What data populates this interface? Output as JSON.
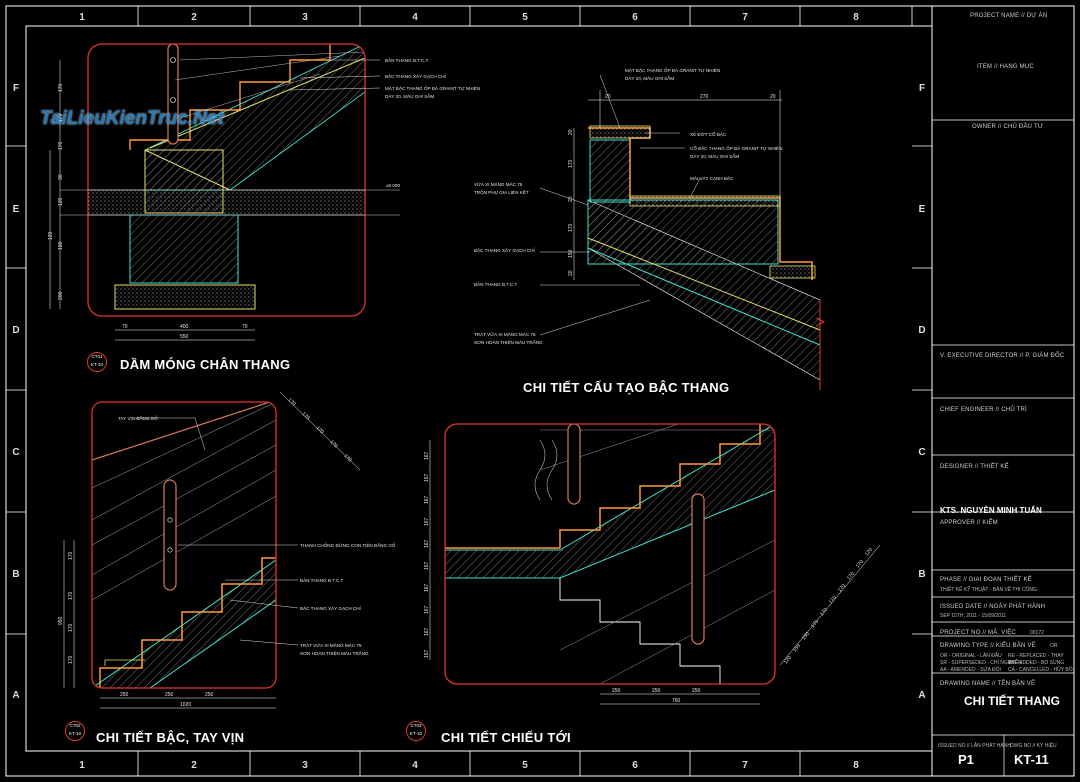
{
  "grid": {
    "cols": [
      "1",
      "2",
      "3",
      "4",
      "5",
      "6",
      "7",
      "8"
    ],
    "rows": [
      "F",
      "E",
      "D",
      "C",
      "B",
      "A"
    ]
  },
  "watermark": "TaiLieuKienTruc.Net",
  "views": [
    {
      "id": "v1",
      "title": "DẦM MÓNG CHÂN THANG",
      "badge_top": "CT01",
      "badge_bot": "KT-10"
    },
    {
      "id": "v2",
      "title": "CHI TIẾT CẤU TẠO BẬC THANG",
      "badge_top": "",
      "badge_bot": ""
    },
    {
      "id": "v3",
      "title": "CHI TIẾT BẬC, TAY VỊN",
      "badge_top": "CT02",
      "badge_bot": "KT-10"
    },
    {
      "id": "v4",
      "title": "CHI TIẾT CHIẾU TỚI",
      "badge_top": "CT03",
      "badge_bot": "KT-10"
    }
  ],
  "notes": {
    "v1": [
      "BẢN THANG B.T.C.T",
      "BẬC THANG XÂY GẠCH CHỈ",
      "MẶT BẬC THANG ỐP ĐÁ GRANIT TỰ NHIÊN",
      "DÀY 20, MÀU GHI SẪM",
      "±0.000"
    ],
    "v2": [
      "MẶT BẬC THANG ỐP ĐÁ GRANIT TỰ NHIÊN",
      "DÀY 20, MÀU GHI SẪM",
      "XẺ ĐỚT CỔ BẬC",
      "CỔ BẬC THANG ỐP ĐÁ GRANIT TỰ NHIÊN",
      "DÀY 20, MÀU GHI SẪM",
      "MÀI VÁT CẠNH BẬC",
      "VỮA XI MĂNG MÁC 75",
      "TRỘN PHỤ GIA LIÊN KẾT",
      "BẬC THANG XÂY GẠCH CHỈ",
      "BẢN THANG B.T.C.T",
      "TRÁT VỮA XI MĂNG MÁC 75",
      "SƠN HOÀN THIỆN MÀU TRẮNG"
    ],
    "v3": [
      "TAY VỊN BẰNG GỖ",
      "THANH CHỐNG ĐỨNG CON TIỆN BẰNG GỖ",
      "BẢN THANG B.T.C.T",
      "BẬC THANG XÂY GẠCH CHỈ",
      "TRÁT VỮA XI MĂNG MÁC 75",
      "SƠN HOÀN THIỆN MÀU TRẮNG"
    ]
  },
  "dims": {
    "v1_bottom": [
      "70",
      "400",
      "70",
      "550"
    ],
    "v1_left": [
      "170",
      "170",
      "170",
      "30",
      "120",
      "180",
      "200",
      "120"
    ],
    "v2_top": [
      "20",
      "270",
      "20"
    ],
    "v2_left": [
      "20",
      "170",
      "20",
      "170",
      "150",
      "20"
    ],
    "v3_bottom": [
      "250",
      "250",
      "250",
      "1020"
    ],
    "v3_left": [
      "170",
      "170",
      "170",
      "170",
      "950"
    ],
    "v3_diag": [
      "170",
      "170",
      "170",
      "170",
      "170"
    ],
    "v4_left": [
      "167",
      "167",
      "167",
      "167",
      "167",
      "167",
      "167",
      "167",
      "167",
      "167"
    ],
    "v4_bottom": [
      "250",
      "250",
      "250"
    ],
    "v4_total": "760",
    "v4_diag": [
      "120",
      "150",
      "150",
      "170",
      "170",
      "170",
      "170",
      "170",
      "170",
      "120"
    ]
  },
  "titleblock": {
    "project_label": "PROJECT NAME // DỰ ÁN",
    "item_label": "ITEM // HẠNG MỤC",
    "owner_label": "OWNER // CHỦ ĐẦU TƯ",
    "director_label": "V. EXECUTIVE DIRECTOR // P. GIÁM ĐỐC",
    "chief_label": "CHIEF ENGINEER // CHỦ TRÌ",
    "designer_label": "DESIGNER // THIẾT KẾ",
    "designer_name": "KTS. NGUYỄN MINH TUẤN",
    "approver_label": "APPROVER // KIỂM",
    "phase_label": "PHASE // GIAI ĐOẠN THIẾT KẾ",
    "phase_value": "THIẾT KẾ KỸ THUẬT - BẢN VẼ THI CÔNG",
    "issued_label": "ISSUED DATE // NGÀY PHÁT HÀNH",
    "issued_value": "SEP 15TH, 2011 - 15/09/2011",
    "project_no_label": "PROJECT NO // MÃ. VIỆC",
    "project_no_value": "00172",
    "dtype_label": "DRAWING TYPE // KIỂU BẢN VẼ",
    "dtype_or": "OR",
    "legend": [
      "OR - ORIGINAL - LẦN ĐẦU",
      "RE - REPLACED - THAY THẾ",
      "SR - SUPERSEDED - CHỈ NGUYÊN",
      "AD - ADDED - BỔ SUNG",
      "AA - AMENDED - SỬA ĐỔI",
      "CA - CANCELLED - HỦY BỎ"
    ],
    "dname_label": "DRAWING NAME // TÊN BẢN VẼ",
    "dname_value": "CHI TIẾT THANG",
    "issued_no_label": "ISSUED NO // LẦN PHÁT HÀNH",
    "issued_no_value": "P1",
    "dwg_no_label": "DWG NO // KÝ HIỆU",
    "dwg_no_value": "KT-11"
  },
  "colors": {
    "frame": "#ffffff",
    "viewport": "#e0362a",
    "hatch": "#7a7a7a",
    "concrete": "#40e0d0",
    "finish": "#ff9a3c",
    "granite": "#e8e070",
    "railing": "#d97a5a"
  }
}
